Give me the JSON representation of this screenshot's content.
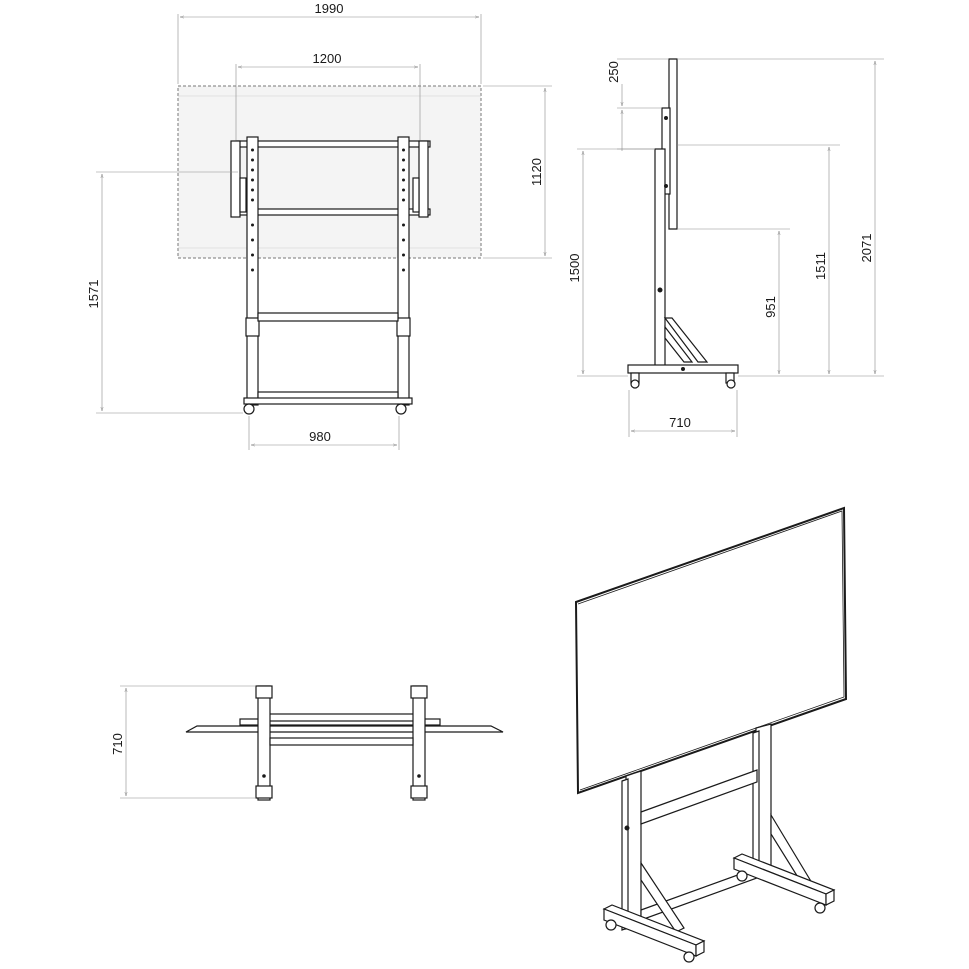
{
  "dimensions": {
    "front": {
      "overall_width": "1990",
      "vesa_width": "1200",
      "panel_height": "1120",
      "mount_height": "1571",
      "base_width": "980"
    },
    "side": {
      "top_offset": "250",
      "column_height": "1500",
      "bottom_edge_height": "951",
      "center_height": "1511",
      "total_height": "2071",
      "base_depth": "710"
    },
    "top": {
      "depth": "710"
    }
  },
  "colors": {
    "line": "#1a1a1a",
    "dimension": "#8a8a8a",
    "panel_fill": "#f4f4f4",
    "background": "#ffffff"
  }
}
